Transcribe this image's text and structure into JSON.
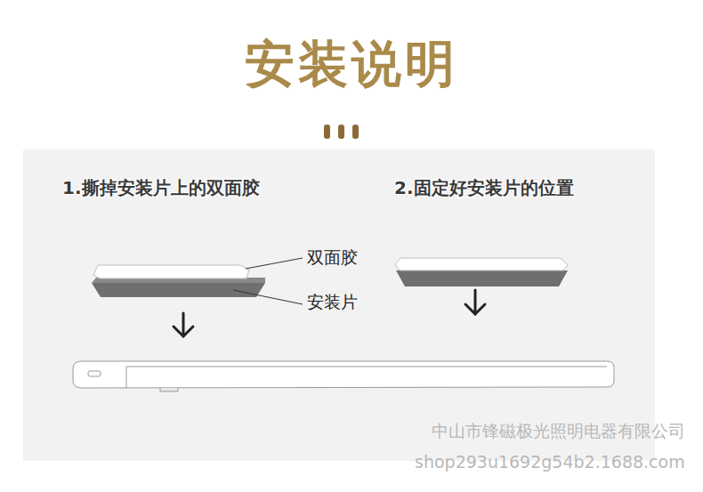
{
  "diagram": {
    "title": "安装说明",
    "labels": [
      "1.撕掉安装片上的双面胶",
      "2.固定好安装片的位置",
      "双面胶",
      "安装片",
      "中山市锋磁极光照明电器有限公司",
      "shop293u1692g54b2.1688.com"
    ]
  }
}
